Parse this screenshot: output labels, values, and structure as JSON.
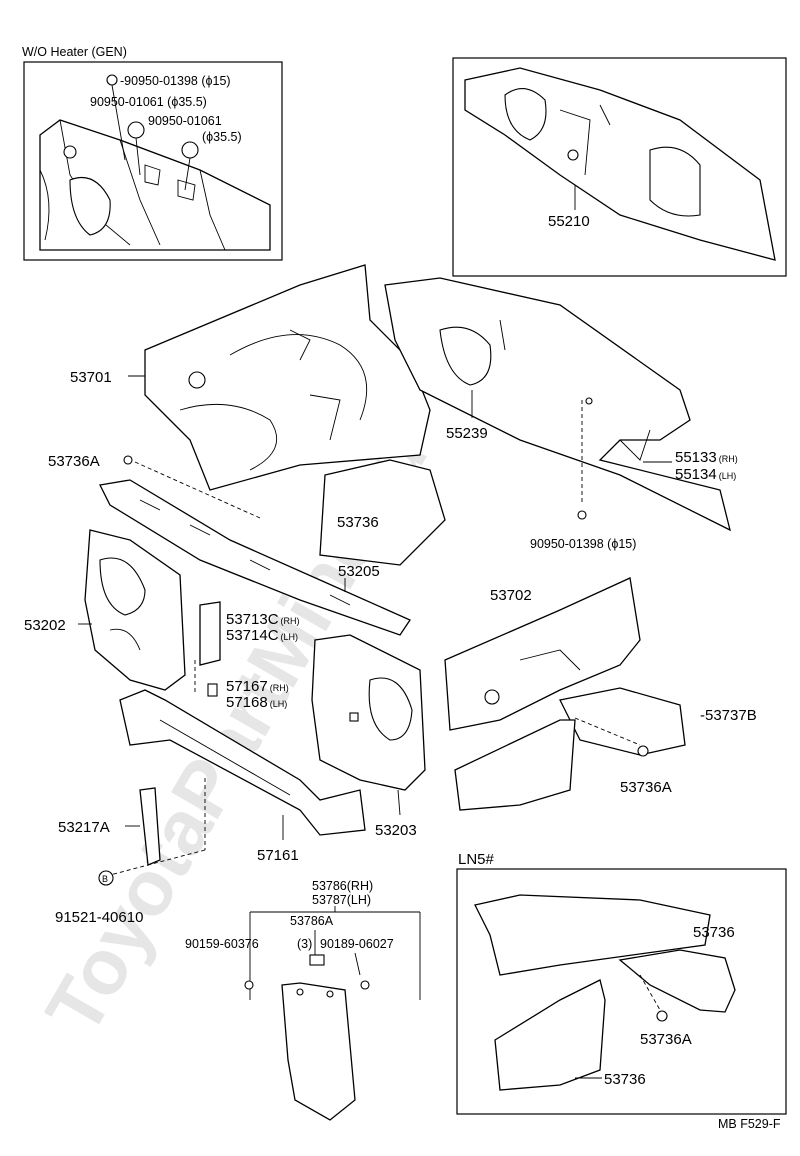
{
  "inset_wo_heater": {
    "title": "W/O Heater (GEN)",
    "parts": [
      {
        "no": "90950-01398",
        "size": "(ϕ15)"
      },
      {
        "no": "90950-01061",
        "size": "(ϕ35.5)"
      },
      {
        "no": "90950-01061",
        "size": "(ϕ35.5)"
      }
    ]
  },
  "inset_top_right": {
    "part": "55210"
  },
  "main_parts": {
    "p53701": "53701",
    "p55239": "55239",
    "p55133": "55133",
    "p55133_side": "(RH)",
    "p55134": "55134",
    "p55134_side": "(LH)",
    "p53736A_top": "53736A",
    "p53736": "53736",
    "p90950_15": "90950-01398 (ϕ15)",
    "p53205": "53205",
    "p53702": "53702",
    "p53202": "53202",
    "p53713C": "53713C",
    "p53713C_side": "(RH)",
    "p53714C": "53714C",
    "p53714C_side": "(LH)",
    "p57167": "57167",
    "p57167_side": "(RH)",
    "p57168": "57168",
    "p57168_side": "(LH)",
    "p53737B": "53737B",
    "p53736A_mid": "53736A",
    "p53217A": "53217A",
    "p53203": "53203",
    "p57161": "57161",
    "p91521": "91521-40610",
    "p53786_rh": "53786(RH)",
    "p53787_lh": "53787(LH)",
    "p53786A": "53786A",
    "p90159": "90159-60376",
    "p90159_qty": "(3)",
    "p90189": "90189-06027"
  },
  "inset_ln5": {
    "title": "LN5#",
    "parts": [
      "53736",
      "53736A",
      "53736"
    ]
  },
  "footer": {
    "code": "MB F529-F"
  },
  "watermark": "ToyotaPartMine.ru"
}
